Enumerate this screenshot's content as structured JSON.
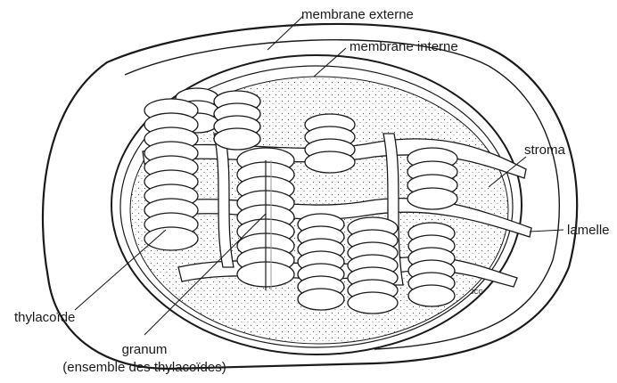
{
  "colors": {
    "ink": "#1a1a1a",
    "paper": "#ffffff",
    "stroma_fill": "#f2f2f2"
  },
  "labels": {
    "outer_membrane": "membrane externe",
    "inner_membrane": "membrane interne",
    "stroma": "stroma",
    "lamella": "lamelle",
    "thylakoid": "thylacoïde",
    "granum": "granum",
    "granum_note": "(ensemble des thylacoïdes)"
  },
  "signature": "JCG"
}
